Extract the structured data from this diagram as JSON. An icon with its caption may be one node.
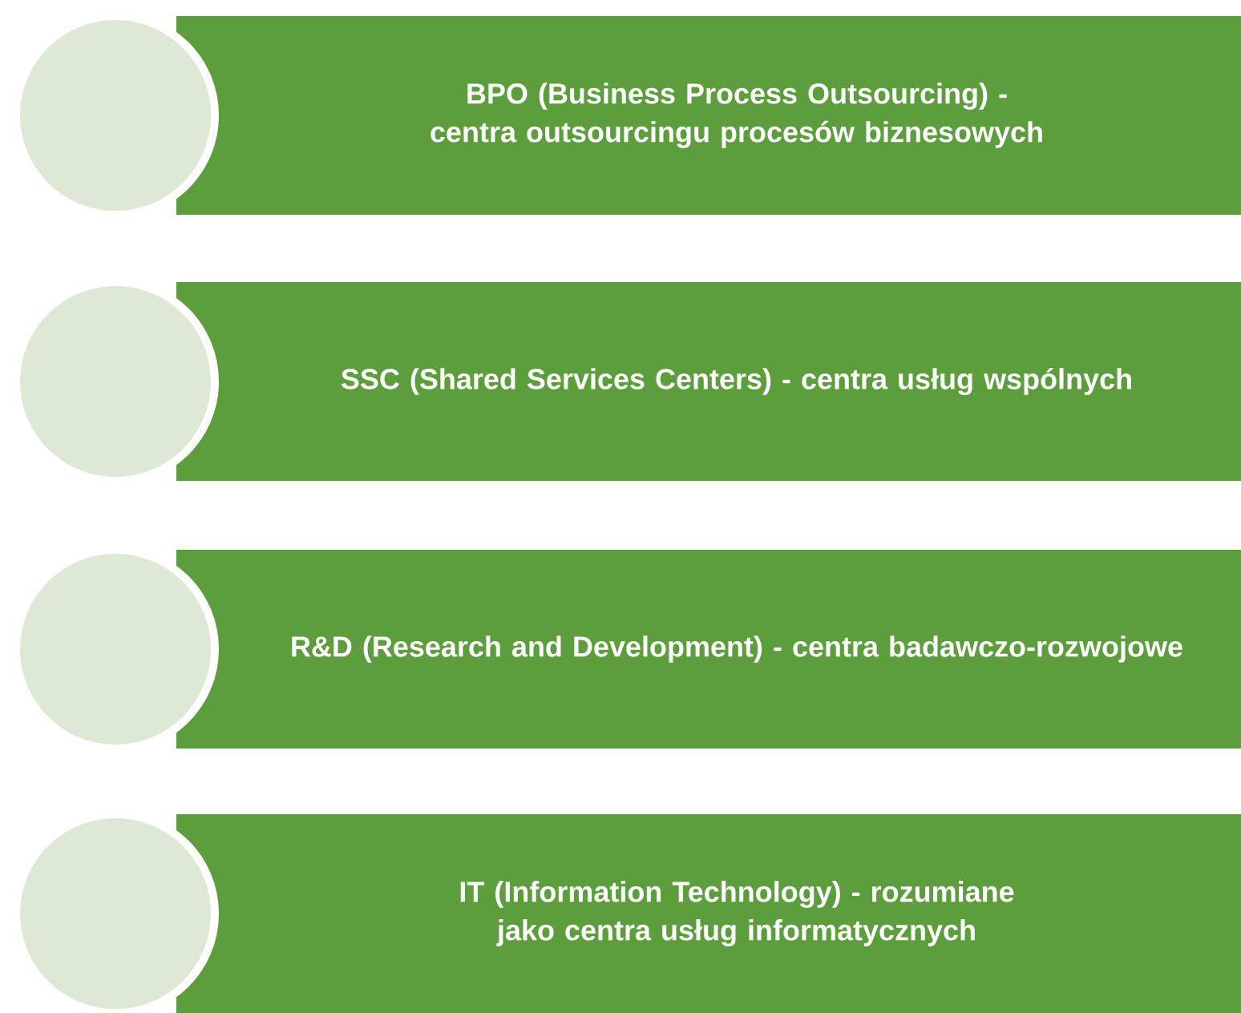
{
  "diagram": {
    "nodes": [
      {
        "text": [],
        "shape": "circle"
      },
      {
        "text": [
          "BPO (Business Process Outsourcing) - centra outsourcingu procesów biznesowych"
        ]
      },
      {
        "text": [],
        "shape": "circle"
      },
      {
        "text": [
          "SSC (Shared Services Centers) - centra usług wspólnych"
        ]
      },
      {
        "text": [],
        "shape": "circle"
      },
      {
        "text": [
          "R&D (Research and Development) - centra badawczo-rozwojowe"
        ]
      },
      {
        "text": [],
        "shape": "circle"
      },
      {
        "text": [
          "IT (Information Technology) - rozumiane jako centra usług informatycznych"
        ]
      }
    ]
  }
}
